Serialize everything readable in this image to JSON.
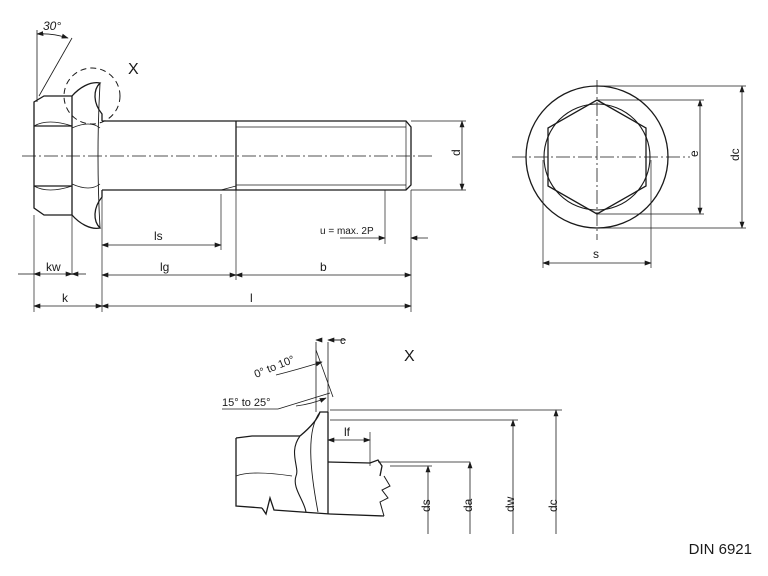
{
  "standard": "DIN 6921",
  "detail_marker": "X",
  "labels": {
    "angle_30": "30°",
    "kw": "kw",
    "k": "k",
    "ls": "ls",
    "lg": "lg",
    "b": "b",
    "l": "l",
    "d": "d",
    "u": "u = max. 2P",
    "e": "e",
    "dc": "dc",
    "s": "s",
    "c": "c",
    "angle_0_10": "0° to 10°",
    "angle_15_25": "15° to 25°",
    "lf": "lf",
    "ds": "ds",
    "da": "da",
    "dw": "dw",
    "dc_detail": "dc"
  },
  "colors": {
    "line": "#1a1a1a",
    "background": "#ffffff"
  }
}
